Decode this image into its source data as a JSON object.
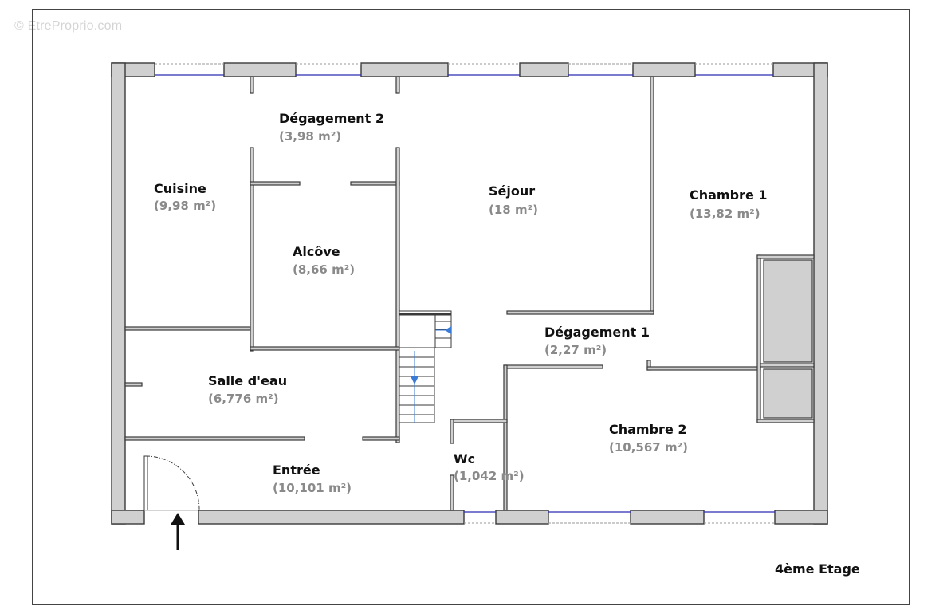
{
  "watermark": "© EtreProprio.com",
  "floor_label": "4ème Etage",
  "rooms": [
    {
      "name": "Dégagement 2",
      "area": "(3,98 m²)"
    },
    {
      "name": "Cuisine",
      "area": "(9,98 m²)"
    },
    {
      "name": "Séjour",
      "area": "(18 m²)"
    },
    {
      "name": "Chambre 1",
      "area": "(13,82 m²)"
    },
    {
      "name": "Alcôve",
      "area": "(8,66 m²)"
    },
    {
      "name": "Dégagement 1",
      "area": "(2,27 m²)"
    },
    {
      "name": "Salle d'eau",
      "area": "(6,776 m²)"
    },
    {
      "name": "Chambre 2",
      "area": "(10,567 m²)"
    },
    {
      "name": "Wc",
      "area": "(1,042 m²)"
    },
    {
      "name": "Entrée",
      "area": "(10,101 m²)"
    }
  ],
  "colors": {
    "wall": "#d0d0d0",
    "wall_outline": "#3a3a3a",
    "window": "#2b2bb0",
    "stair_arrow": "#3a7bd5",
    "area_text": "#8a8a8a"
  }
}
